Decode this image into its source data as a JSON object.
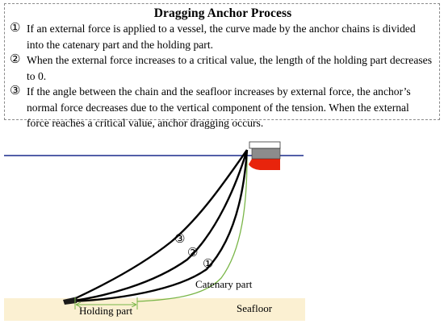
{
  "title": "Dragging Anchor Process",
  "steps": [
    {
      "marker": "①",
      "text": "If an external force is applied to a vessel, the curve made by the anchor chains is divided into the catenary part and the holding part."
    },
    {
      "marker": "②",
      "text": "When the external force increases to a critical value, the length of the holding part decreases to 0."
    },
    {
      "marker": "③",
      "text": "If the angle between the chain and the seafloor increases by external force, the anchor’s normal force decreases due to the vertical component of the tension. When the external force reaches a critical value, anchor dragging occurs."
    }
  ],
  "diagram": {
    "curve_labels": [
      "①",
      "②",
      "③"
    ],
    "catenary_label": "Catenary part",
    "holding_label": "Holding part",
    "seafloor_label": "Seafloor",
    "colors": {
      "water_line": "#1a2a8c",
      "seafloor": "#fbf0d2",
      "hull_bottom": "#e8240c",
      "hull_middle": "#8c8c8c",
      "hull_top": "#ffffff",
      "catenary_curve": "#7ab648",
      "chains": "#000000"
    }
  }
}
